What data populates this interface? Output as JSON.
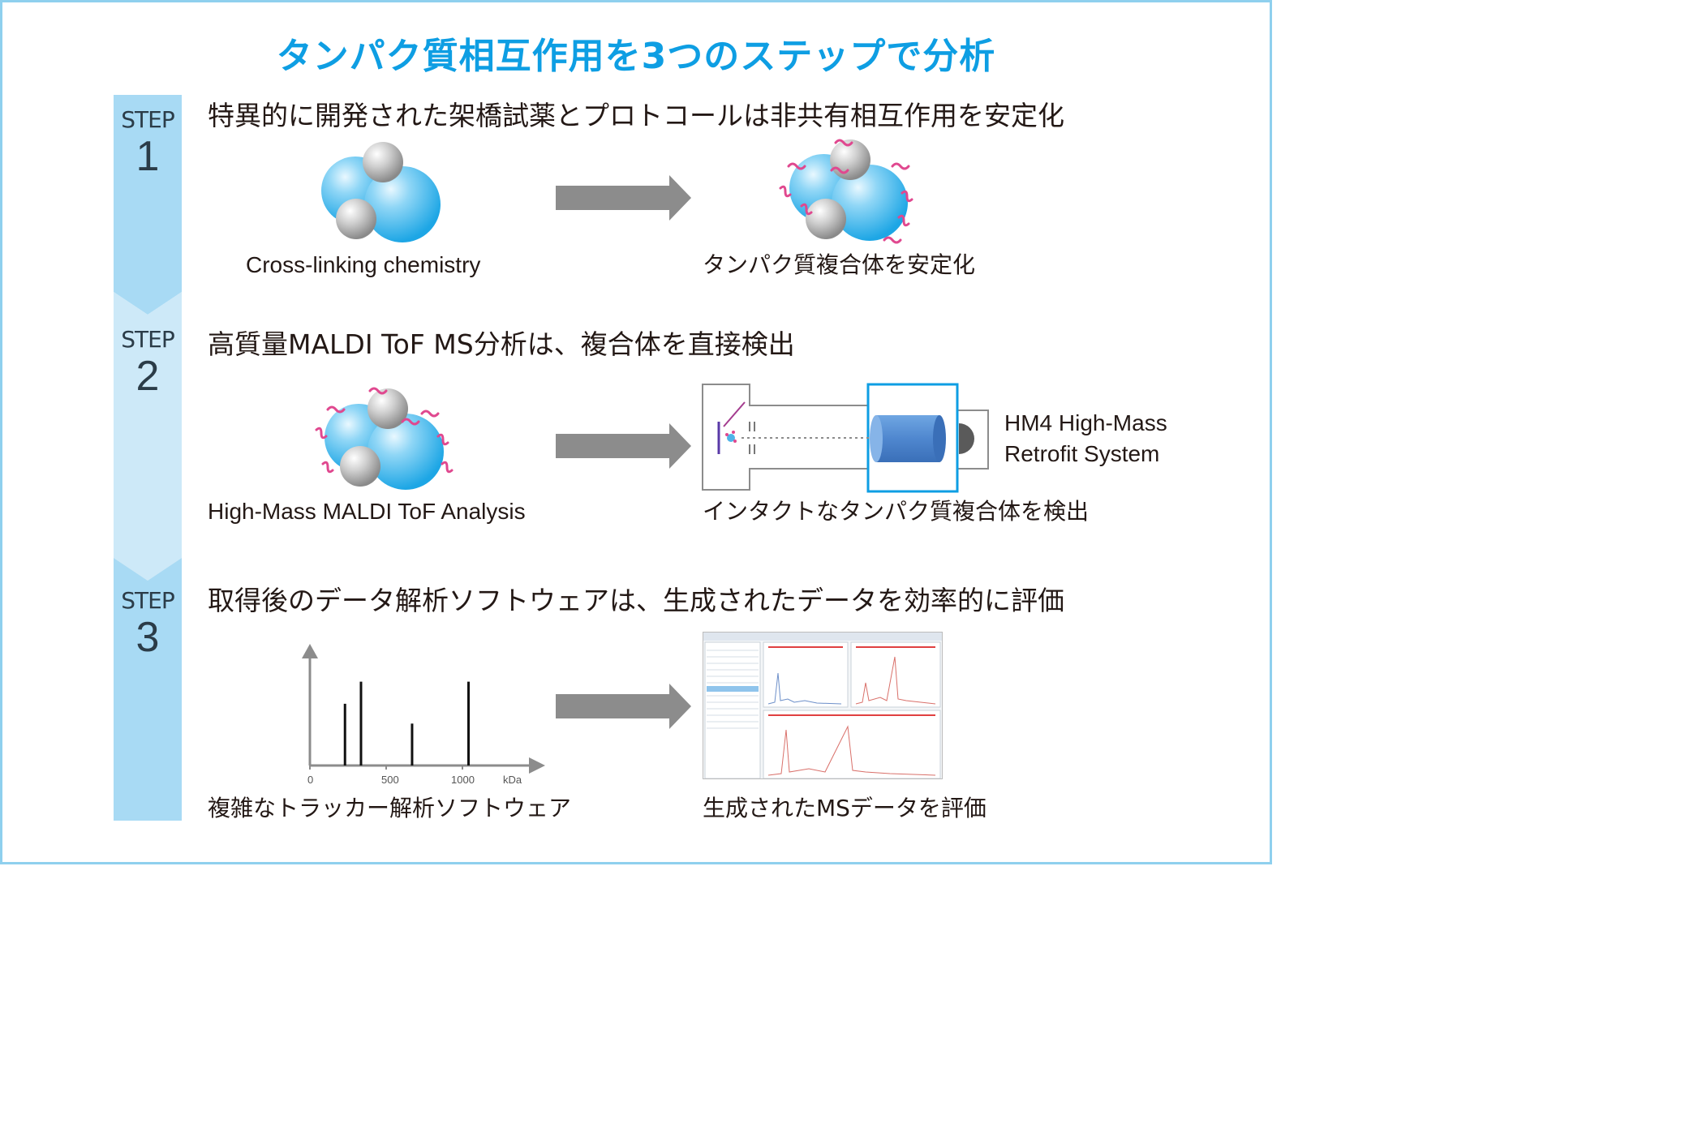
{
  "title": "タンパク質相互作用を3つのステップで分析",
  "step_word": "STEP",
  "steps": [
    {
      "number": "1",
      "heading": "特異的に開発された架橋試薬とプロトコールは非共有相互作用を安定化",
      "left_caption": "Cross-linking chemistry",
      "right_caption": "タンパク質複合体を安定化"
    },
    {
      "number": "2",
      "heading": "高質量MALDI ToF MS分析は、複合体を直接検出",
      "left_caption": "High-Mass MALDI ToF Analysis",
      "right_caption": "インタクトなタンパク質複合体を検出",
      "instrument_label": [
        "HM4 High-Mass",
        "Retrofit System"
      ]
    },
    {
      "number": "3",
      "heading": "取得後のデータ解析ソフトウェアは、生成されたデータを効率的に評価",
      "left_caption": "複雑なトラッカー解析ソフトウェア",
      "right_caption": "生成されたMSデータを評価"
    }
  ],
  "chart_data": {
    "type": "bar",
    "x_ticks": [
      "0",
      "500",
      "1000"
    ],
    "x_unit": "kDa",
    "xlim": [
      0,
      1250
    ],
    "peaks": [
      {
        "x": 230,
        "height": 0.56
      },
      {
        "x": 335,
        "height": 0.76
      },
      {
        "x": 670,
        "height": 0.38
      },
      {
        "x": 1040,
        "height": 0.76
      }
    ]
  },
  "colors": {
    "accent": "#0e9ee3",
    "frame": "#8fd0ee",
    "step_bar": "#a8daf4",
    "step_bar_light": "#cde9f8",
    "arrow": "#8c8c8c",
    "sphere_blue": "#3db3e8",
    "sphere_gray": "#a8a8a8",
    "linker": "#e0488f",
    "detector": "#4f87cf"
  }
}
